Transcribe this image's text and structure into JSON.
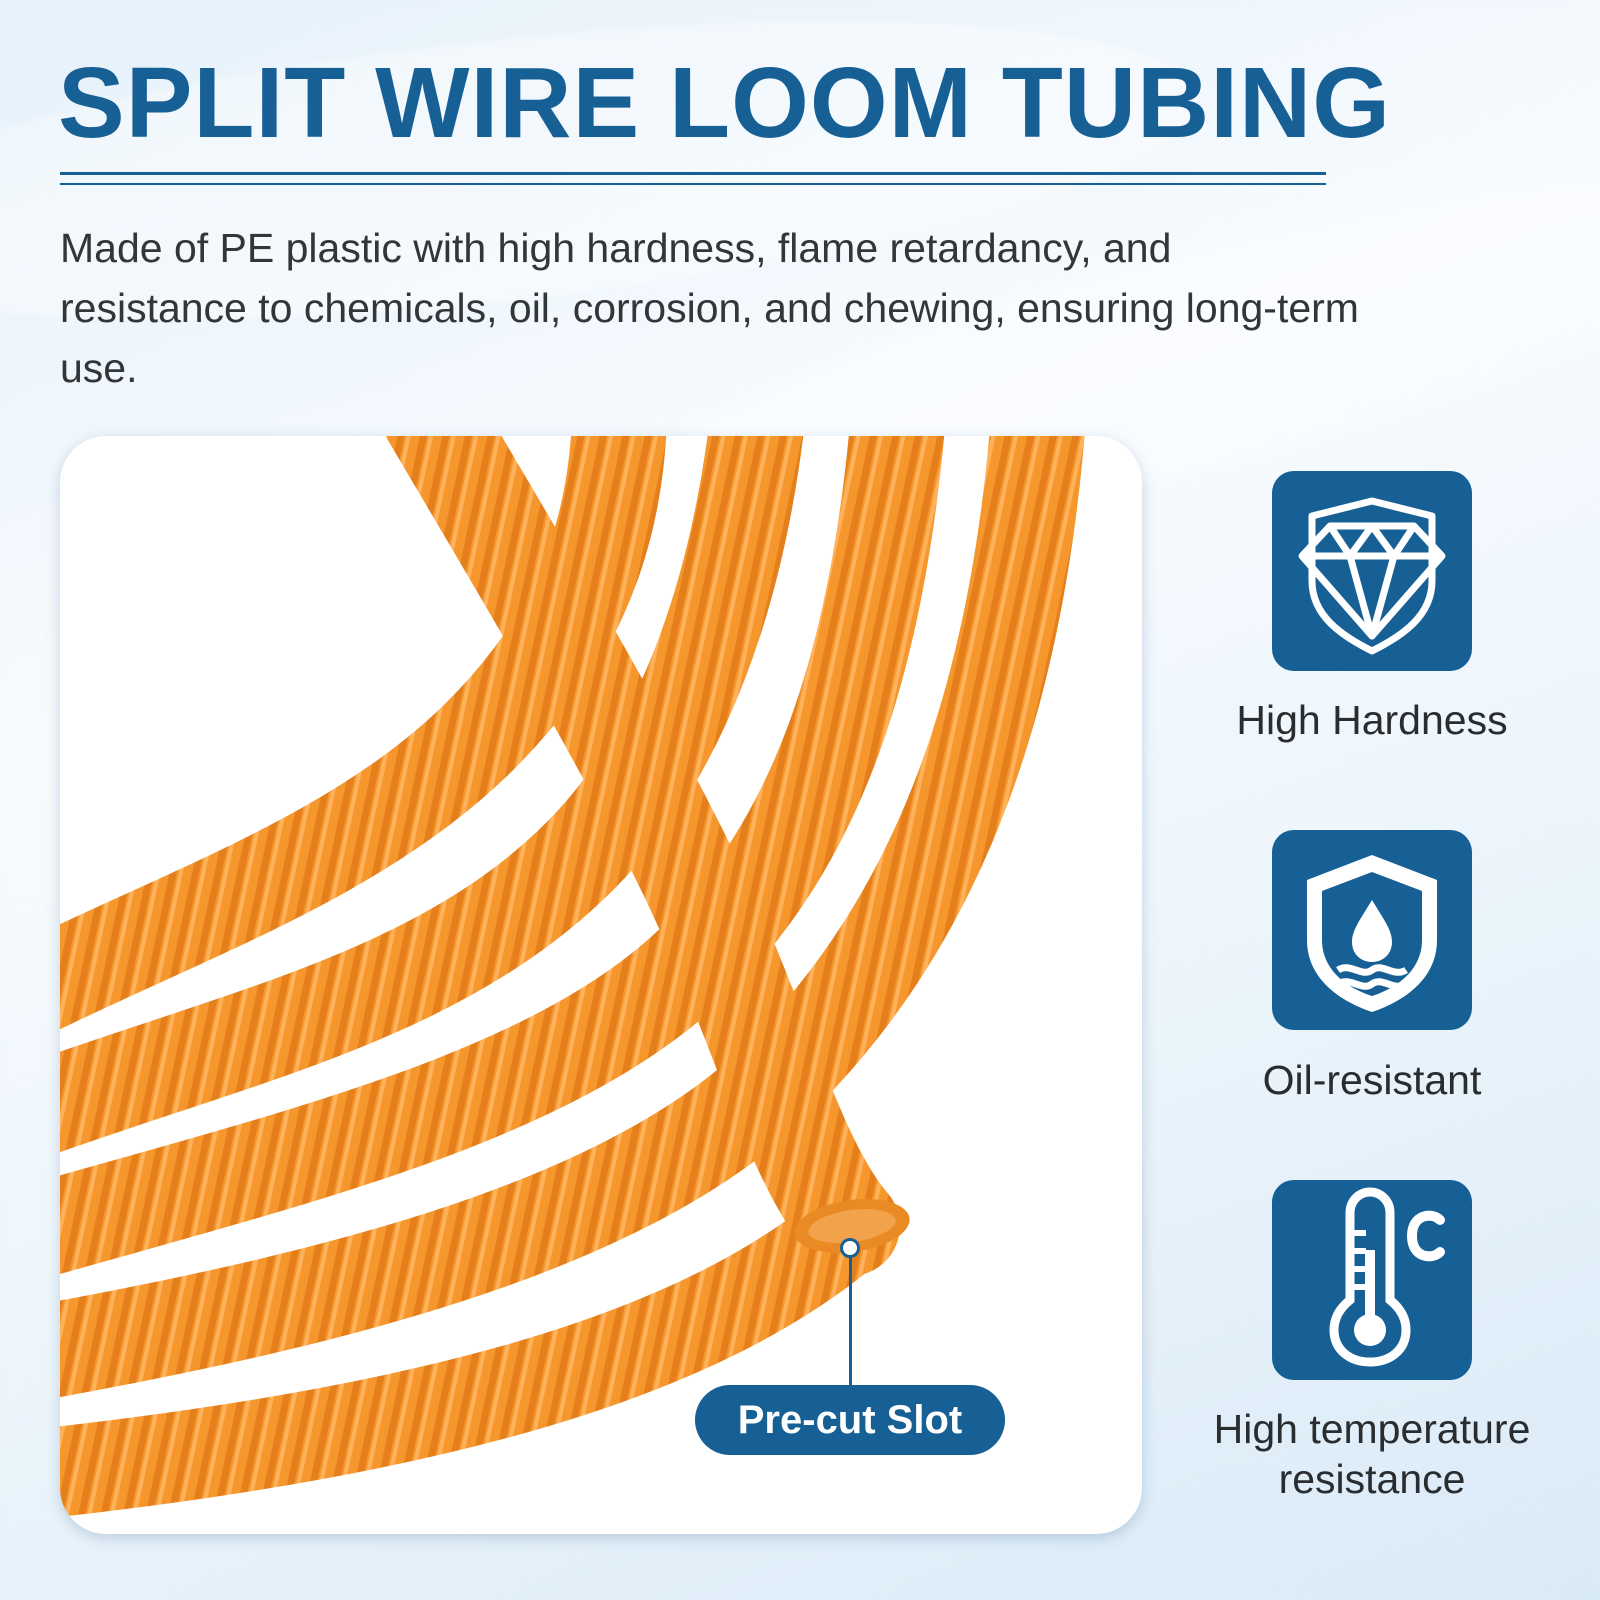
{
  "header": {
    "title": "SPLIT WIRE LOOM TUBING",
    "description": "Made of PE plastic with high hardness, flame retardancy, and resistance to chemicals, oil, corrosion, and chewing, ensuring long-term use."
  },
  "photo": {
    "callout_label": "Pre-cut Slot",
    "tube_color": "#f6972e"
  },
  "features": [
    {
      "icon": "diamond-shield-icon",
      "label": "High Hardness"
    },
    {
      "icon": "water-drop-shield-icon",
      "label": "Oil-resistant"
    },
    {
      "icon": "thermometer-celsius-icon",
      "label": "High temperature resistance"
    }
  ],
  "colors": {
    "brand_blue": "#176096",
    "text_dark": "#333638",
    "tube_orange": "#f6972e"
  }
}
